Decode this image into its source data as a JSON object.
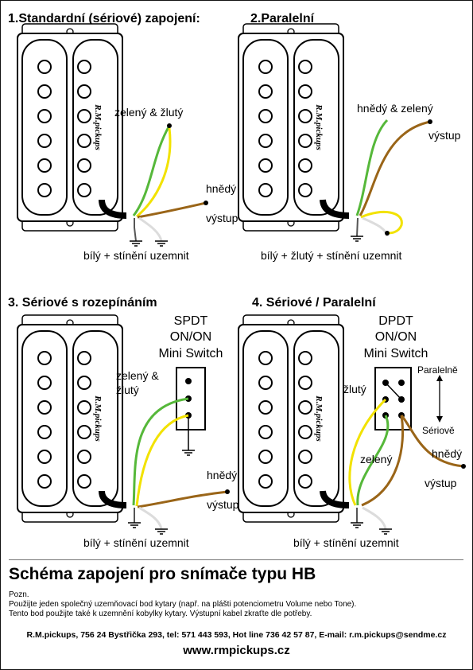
{
  "colors": {
    "ink": "#000000",
    "wire_green": "#56b83a",
    "wire_yellow": "#f2e200",
    "wire_brown": "#9a6518",
    "wire_white": "#dcdcdc"
  },
  "pickup": {
    "brand": "R.M.pickups"
  },
  "icons": [
    "pickup",
    "switch",
    "ground-symbol",
    "arrow-up-down"
  ],
  "quadrants": [
    {
      "title": "1.Standardní (sériové) zapojení:",
      "labels": {
        "green_yellow": "zelený & žlutý",
        "brown": "hnědý",
        "output": "výstup",
        "ground": "bílý + stínění uzemnit"
      }
    },
    {
      "title": "2.Paralelní",
      "labels": {
        "brown_green": "hnědý & zelený",
        "output": "výstup",
        "ground": "bílý + žlutý + stínění uzemnit"
      }
    },
    {
      "title": "3. Sériové s rozepínáním",
      "switch": [
        "SPDT",
        "ON/ON",
        "Mini Switch"
      ],
      "labels": {
        "green": "zelený &",
        "yellow": "žlutý",
        "brown": "hnědý",
        "output": "výstup",
        "ground": "bílý + stínění uzemnit"
      }
    },
    {
      "title": "4. Sériové / Paralelní",
      "switch": [
        "DPDT",
        "ON/ON",
        "Mini Switch"
      ],
      "labels": {
        "parallel": "Paralelně",
        "series": "Sériově",
        "yellow": "žlutý",
        "green": "zelený",
        "brown": "hnědý",
        "output": "výstup",
        "ground": "bílý + stínění uzemnit"
      }
    }
  ],
  "footer": {
    "title": "Schéma zapojení pro snímače typu HB",
    "note": [
      "Pozn.",
      "Použijte jeden společný uzemňovací bod kytary (např. na plášti potenciometru Volume nebo Tone).",
      "Tento bod použijte také k uzemnění kobylky kytary. Výstupní kabel zkraťte dle potřeby."
    ],
    "contact": "R.M.pickups, 756 24 Bystřička 293, tel: 571 443 593, Hot line 736 42 57 87, E-mail: r.m.pickups@sendme.cz",
    "website": "www.rmpickups.cz"
  }
}
